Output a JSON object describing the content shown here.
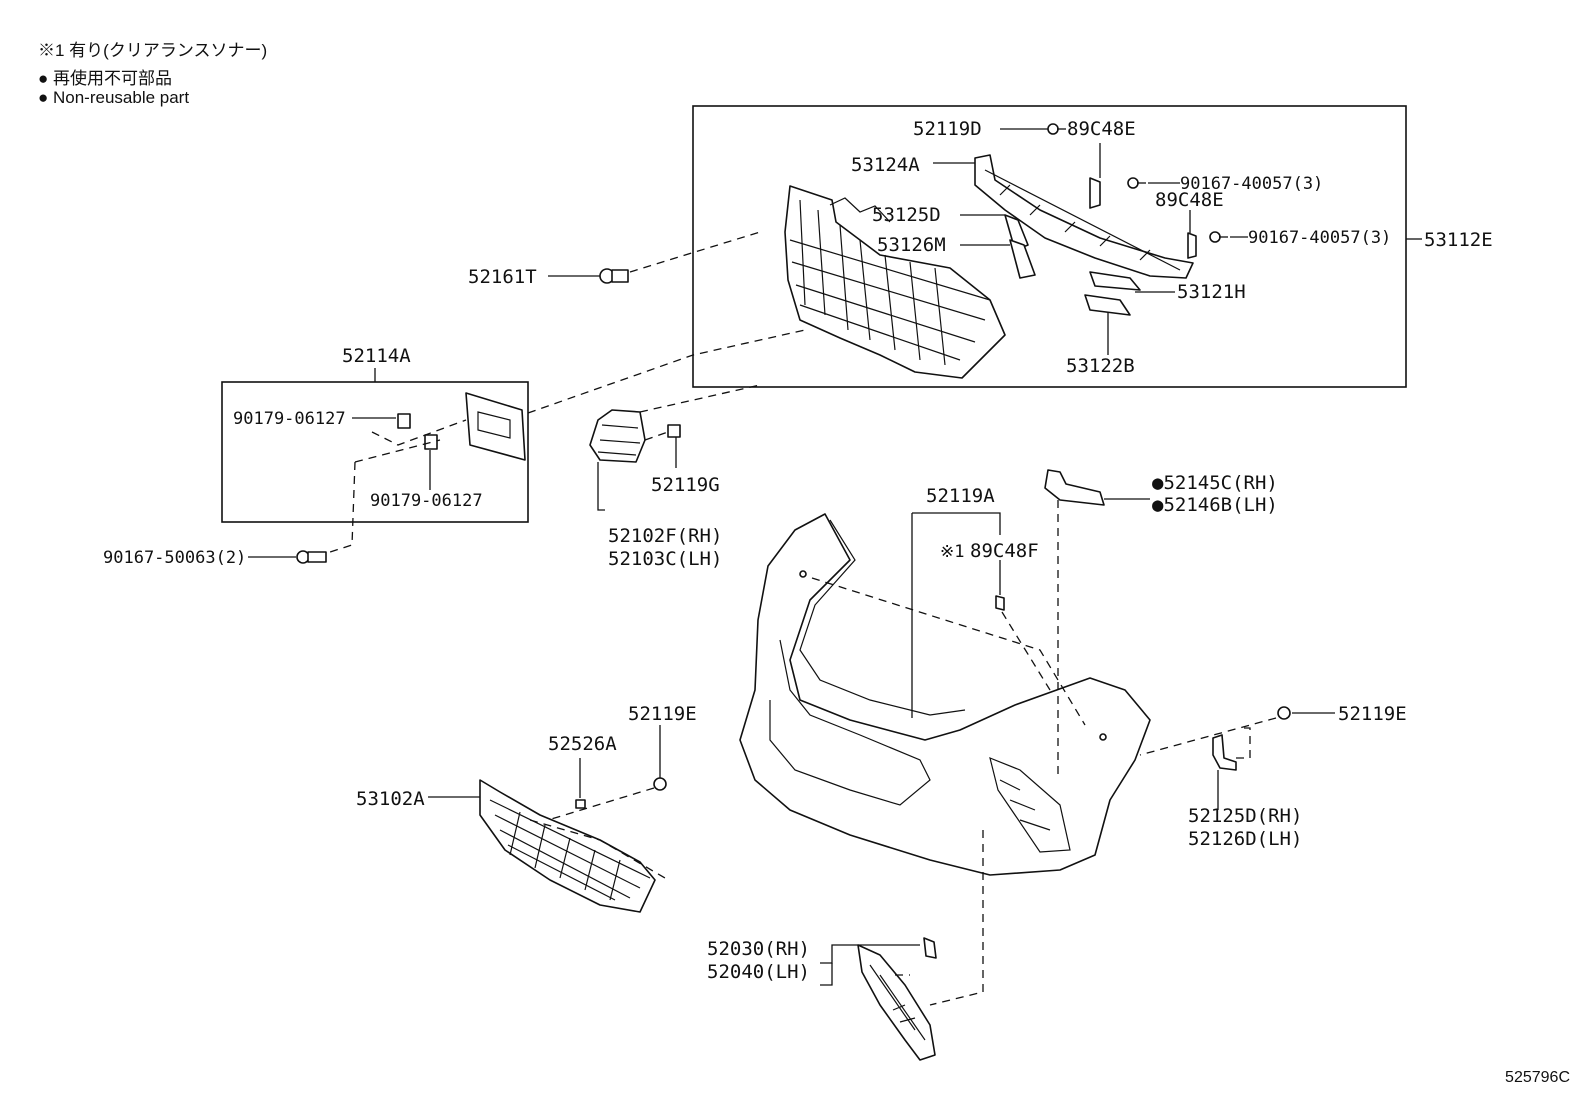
{
  "notes": {
    "note1": "※1 有り(クリアランスソナー)",
    "note2": "● 再使用不可部品",
    "note3": "● Non-reusable part"
  },
  "labels": {
    "p52119D": "52119D",
    "p89C48E_a": "89C48E",
    "p53124A": "53124A",
    "p90167_40057_a": "90167-40057(3)",
    "p89C48E_b": "89C48E",
    "p53125D": "53125D",
    "p90167_40057_b": "90167-40057(3)",
    "p53112E": "53112E",
    "p53126M": "53126M",
    "p52161T": "52161T",
    "p53121H": "53121H",
    "p53122B": "53122B",
    "p52114A": "52114A",
    "p90179_06127_a": "90179-06127",
    "p90179_06127_b": "90179-06127",
    "p90167_50063": "90167-50063(2)",
    "p52119G": "52119G",
    "p52102F": "52102F(RH)",
    "p52103C": "52103C(LH)",
    "p52119A": "52119A",
    "p89C48F": "89C48F",
    "p89C48F_mark": "※1",
    "p52145C": "●52145C(RH)",
    "p52146B": "●52146B(LH)",
    "p52119E_a": "52119E",
    "p52526A": "52526A",
    "p53102A": "53102A",
    "p52119E_b": "52119E",
    "p52125D": "52125D(RH)",
    "p52126D": "52126D(LH)",
    "p52030": "52030(RH)",
    "p52040": "52040(LH)"
  },
  "reference_code": "525796C"
}
